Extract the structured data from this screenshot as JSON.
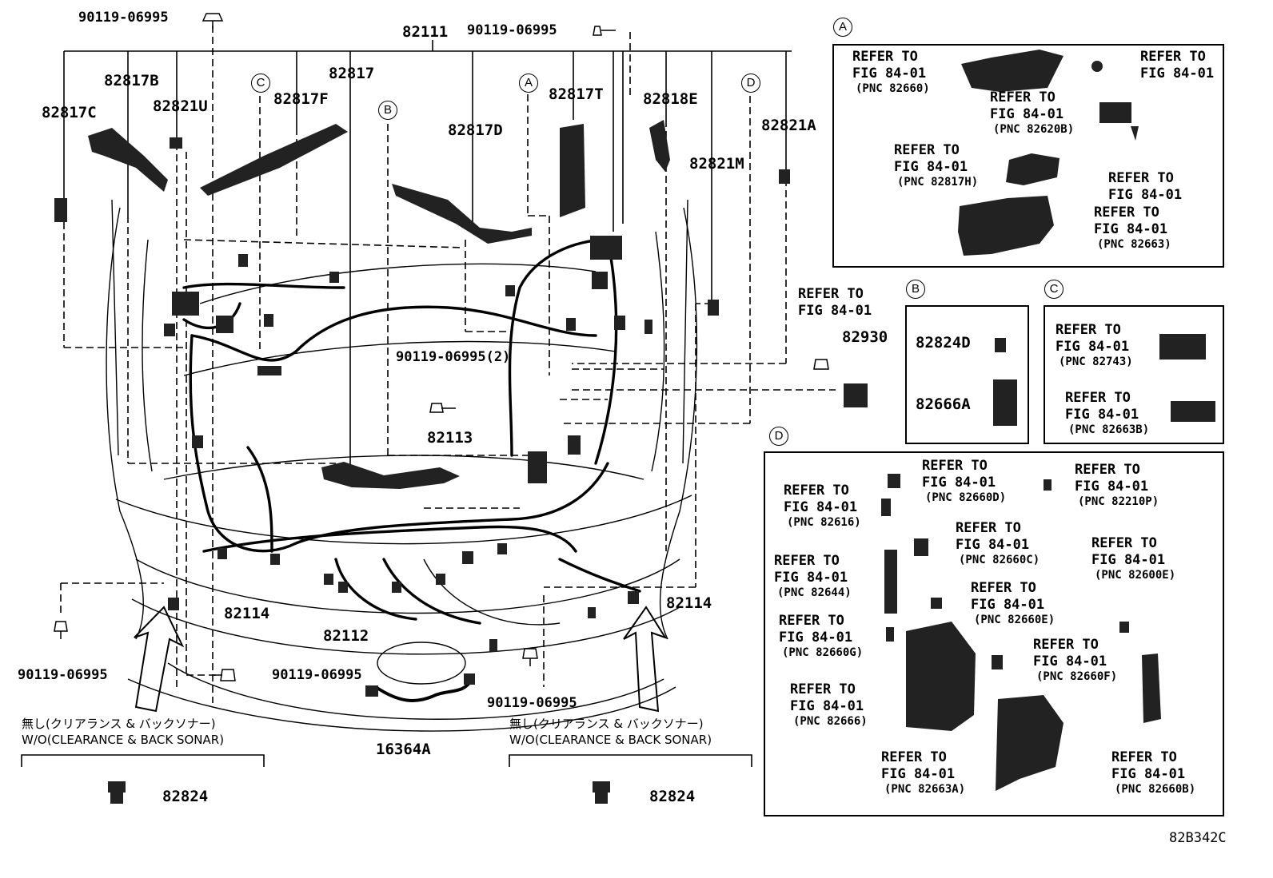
{
  "drawing_id": "82B342C",
  "parts": {
    "p82111": "82111",
    "p82817B": "82817B",
    "p82821U": "82821U",
    "p82817C": "82817C",
    "p82817F": "82817F",
    "p82817": "82817",
    "p82817D": "82817D",
    "p82817T": "82817T",
    "p82818E": "82818E",
    "p82821A": "82821A",
    "p82821M": "82821M",
    "p82930": "82930",
    "p82113": "82113",
    "p82114_left": "82114",
    "p82114_right": "82114",
    "p82112": "82112",
    "p16364A": "16364A",
    "p82824_left": "82824",
    "p82824_right": "82824",
    "bolt_top_left": "90119-06995",
    "bolt_top_center": "90119-06995",
    "bolt_center": "90119-06995(2)",
    "bolt_bottom_left": "90119-06995",
    "bolt_bottom_center": "90119-06995",
    "bolt_bottom_right": "90119-06995"
  },
  "markers": {
    "a": "A",
    "b": "B",
    "c": "C",
    "d": "D"
  },
  "notes": {
    "left_jp": "無し(クリアランス & バックソナー)",
    "left_en": "W/O(CLEARANCE & BACK SONAR)",
    "right_jp": "無し(クリアランス & バックソナー)",
    "right_en": "W/O(CLEARANCE & BACK SONAR)"
  },
  "refer_line1": "REFER TO",
  "refer_line2": "FIG 84-01",
  "inset_a": {
    "pnc_82660": "(PNC 82660)",
    "pnc_82620b": "(PNC 82620B)",
    "pnc_82817h": "(PNC 82817H)",
    "pnc_82663": "(PNC 82663)"
  },
  "inset_b": {
    "p82824D": "82824D",
    "p82666A": "82666A"
  },
  "inset_c": {
    "pnc_82743": "(PNC 82743)",
    "pnc_82663b": "(PNC 82663B)"
  },
  "inset_d": {
    "pnc_82660d": "(PNC 82660D)",
    "pnc_82210p": "(PNC 82210P)",
    "pnc_82616": "(PNC 82616)",
    "pnc_82660c": "(PNC 82660C)",
    "pnc_82644": "(PNC 82644)",
    "pnc_82600e": "(PNC 82600E)",
    "pnc_82660e": "(PNC 82660E)",
    "pnc_82660g": "(PNC 82660G)",
    "pnc_82660f": "(PNC 82660F)",
    "pnc_82666": "(PNC 82666)",
    "pnc_82663a": "(PNC 82663A)",
    "pnc_82660b": "(PNC 82660B)"
  }
}
